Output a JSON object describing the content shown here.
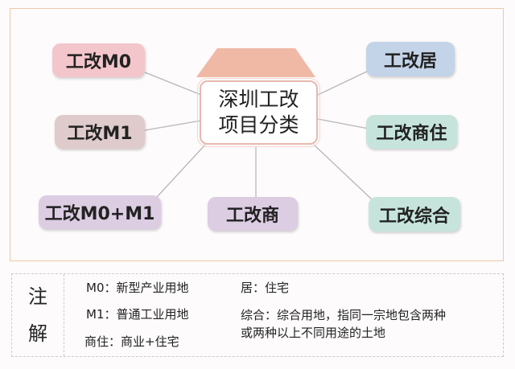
{
  "title_lines": [
    "深圳工改",
    "项目分类"
  ],
  "nodes": {
    "m0": "工改M0",
    "m1": "工改M1",
    "m0m1": "工改M0+M1",
    "shang": "工改商",
    "ju": "工改居",
    "shangzhu": "工改商住",
    "zonghe": "工改综合"
  },
  "colors": {
    "m0": "#f3c6cb",
    "m1": "#dfcbcb",
    "m0m1": "#dccde3",
    "shang": "#dccde3",
    "ju": "#c4d4e8",
    "shangzhu": "#c6e4dc",
    "zonghe": "#c6e4dc",
    "roof": "#efb9a6"
  },
  "legend": {
    "head": [
      "注",
      "解"
    ],
    "m0": "M0：新型产业用地",
    "m1": "M1：普通工业用地",
    "shangzhu": "商住：商业+住宅",
    "ju": "居：住宅",
    "zonghe_1": "综合：综合用地，指同一宗地包含两种",
    "zonghe_2": "或两种以上不同用途的土地"
  }
}
